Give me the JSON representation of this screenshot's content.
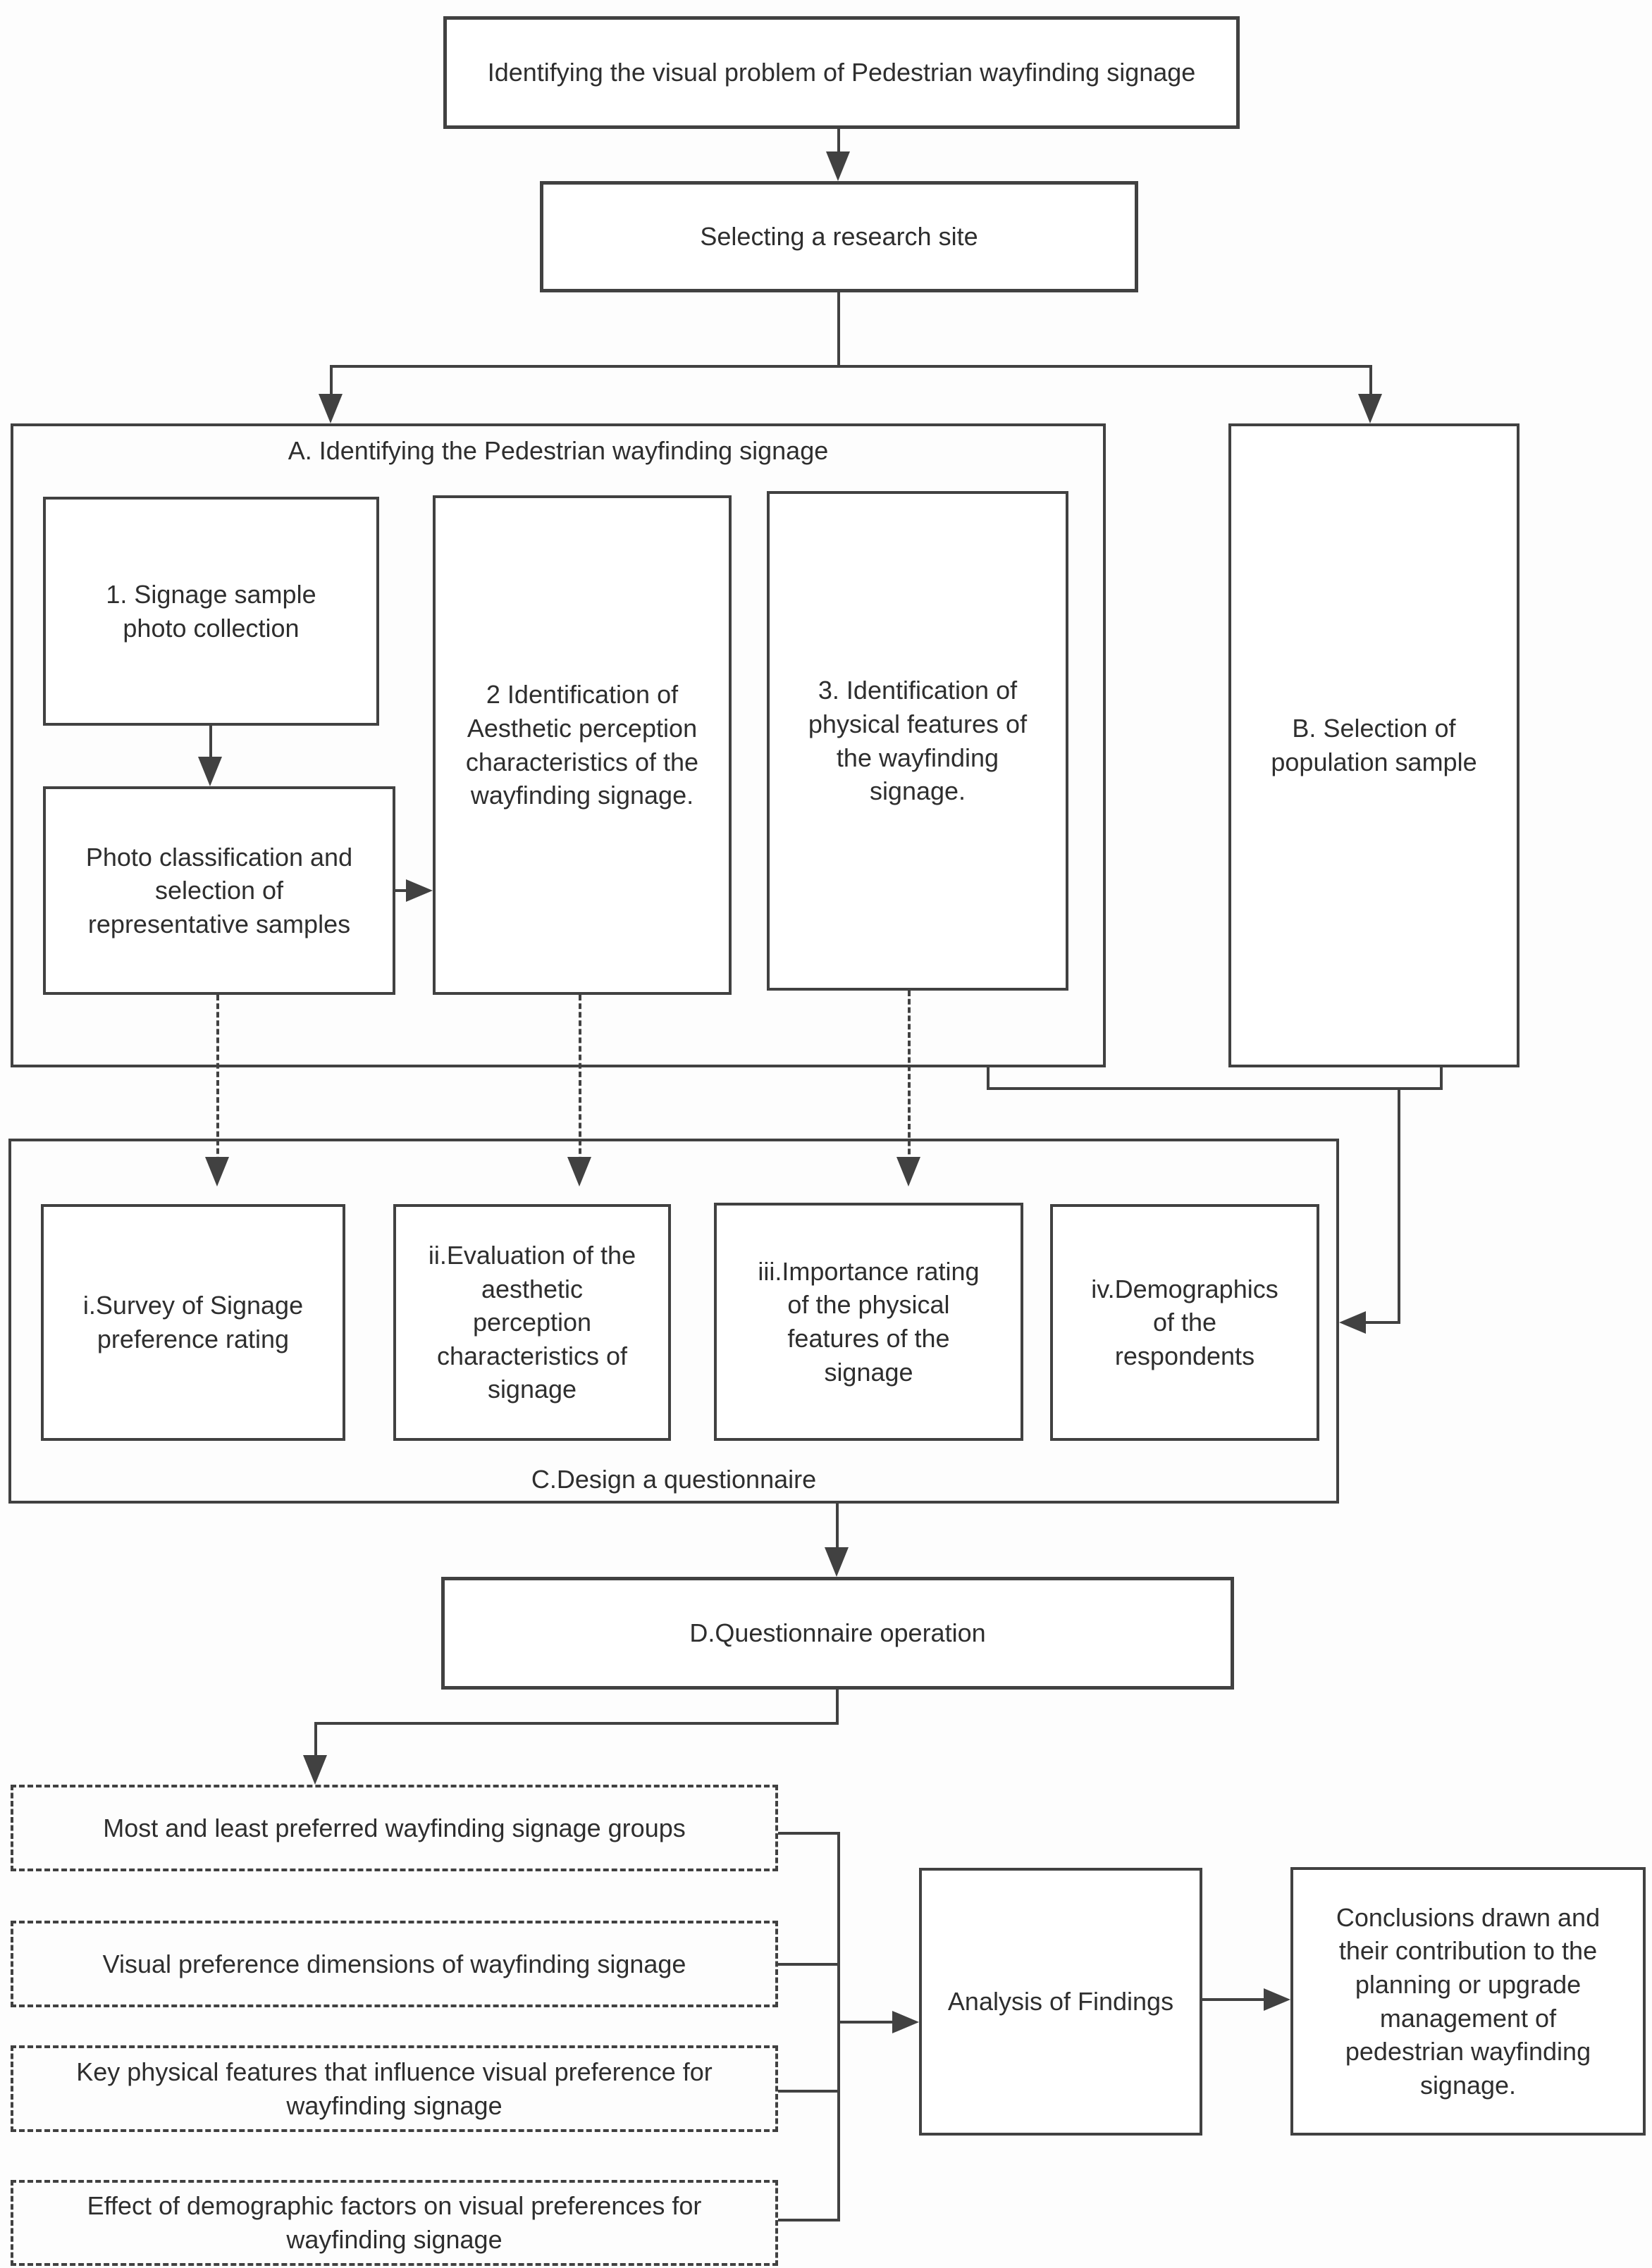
{
  "flowchart": {
    "colors": {
      "line": "#414141",
      "text": "#2e2e2e",
      "background": "#fdfdfd"
    },
    "nodes": {
      "problem": "Identifying the visual problem of Pedestrian wayfinding signage",
      "site": "Selecting a research site",
      "section_a_title": "A. Identifying the Pedestrian wayfinding signage",
      "a1": "1. Signage sample photo collection",
      "a1b": "Photo classification and selection of representative samples",
      "a2": "2 Identification of Aesthetic perception characteristics of the wayfinding signage.",
      "a3": "3. Identification of physical features of the wayfinding signage.",
      "b": "B. Selection of population sample",
      "c_i": "i.Survey of Signage preference rating",
      "c_ii": "ii.Evaluation of the aesthetic perception characteristics of signage",
      "c_iii": "iii.Importance rating of the physical features of the signage",
      "c_iv": "iv.Demographics of the respondents",
      "section_c_title": "C.Design a questionnaire",
      "d": "D.Questionnaire operation",
      "out1": "Most and least preferred wayfinding signage groups",
      "out2": "Visual preference dimensions of wayfinding signage",
      "out3": "Key physical features that influence visual preference for wayfinding signage",
      "out4": "Effect of demographic factors on visual preferences for wayfinding signage",
      "analysis": "Analysis of Findings",
      "conclusions": "Conclusions drawn and their contribution to the planning or upgrade management of pedestrian wayfinding signage."
    }
  }
}
